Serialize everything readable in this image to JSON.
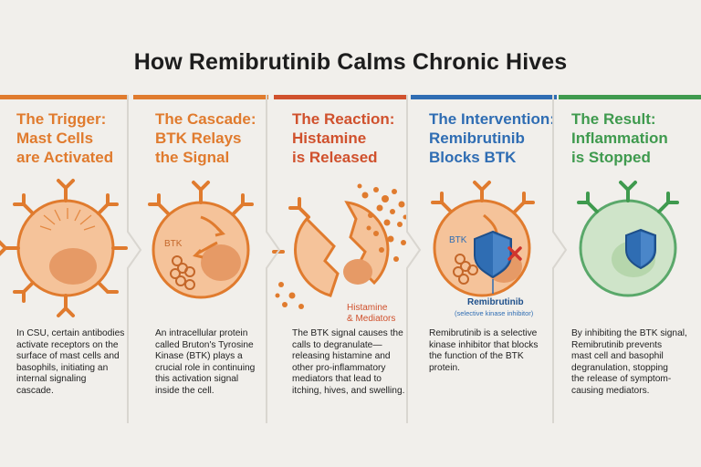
{
  "title": "How Remibrutinib Calms Chronic Hives",
  "colors": {
    "orange": "#e07b2e",
    "red": "#d0512d",
    "blue": "#2f6db3",
    "green": "#3f9a4e",
    "cell_fill": "#f5c39a",
    "cell_green": "#cfe4c9"
  },
  "panels": [
    {
      "heading": [
        "The Trigger:",
        "Mast Cells",
        "are Activated"
      ],
      "text": [
        "In CSU, certain antibodies",
        "activate receptors on the",
        "surface of mast cells and",
        "basophils, initiating an",
        "internal signaling",
        "cascade."
      ]
    },
    {
      "heading": [
        "The Cascade:",
        "BTK Relays",
        "the Signal"
      ],
      "label": "BTK",
      "text": [
        "An intracellular protein",
        "called Bruton's Tyrosine",
        "Kinase (BTK) plays a",
        "crucial role in continuing",
        "this activation signal",
        "inside the cell."
      ]
    },
    {
      "heading": [
        "The Reaction:",
        "Histamine",
        "is Released"
      ],
      "label": [
        "Histamine",
        "& Mediators"
      ],
      "text": [
        "The BTK signal causes the",
        "calls to degranulate—",
        "releasing histamine and",
        "other pro-inflammatory",
        "mediators that lead to",
        "itching, hives, and swelling."
      ]
    },
    {
      "heading": [
        "The Intervention:",
        "Remibrutinib",
        "Blocks BTK"
      ],
      "label": "BTK",
      "drug_label": "Remibrutinib",
      "drug_sublabel": "(selective kinase inhibitor)",
      "text": [
        "Remibrutinib is a selective",
        "kinase inhibitor that blocks",
        "the function of the BTK",
        "protein."
      ]
    },
    {
      "heading": [
        "The Result:",
        "Inflammation",
        "is Stopped"
      ],
      "text": [
        "By inhibiting the BTK signal,",
        "Remibrutinib prevents",
        "mast cell and basophil",
        "degranulation, stopping",
        "the release of symptom-",
        "causing mediators."
      ]
    }
  ]
}
